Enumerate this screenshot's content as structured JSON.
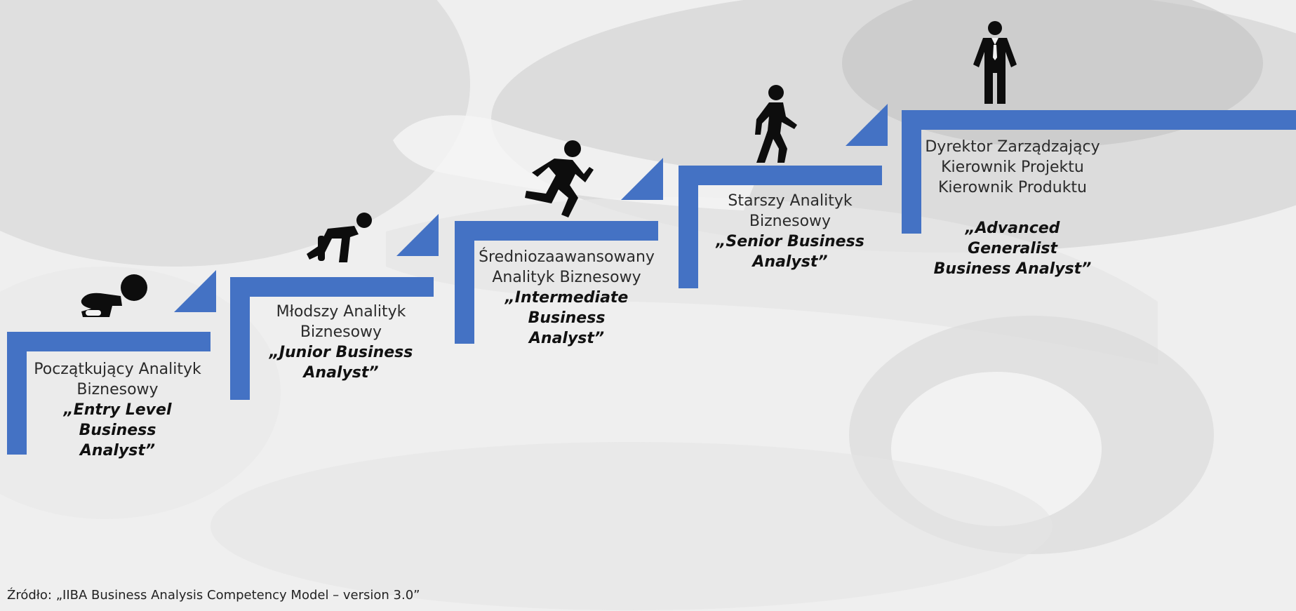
{
  "colors": {
    "accent": "#4472C4",
    "figure": "#0d0d0d"
  },
  "steps": [
    {
      "polish": [
        "Początkujący Analityk",
        "Biznesowy"
      ],
      "english": [
        "„Entry Level Business",
        "Analyst”"
      ],
      "icon": "crawling-baby-icon"
    },
    {
      "polish": [
        "Młodszy Analityk",
        "Biznesowy"
      ],
      "english": [
        "„Junior Business",
        "Analyst”"
      ],
      "icon": "kneeling-person-icon"
    },
    {
      "polish": [
        "Średniozaawansowany",
        "Analityk Biznesowy"
      ],
      "english": [
        "„Intermediate Business",
        "Analyst”"
      ],
      "icon": "running-person-icon"
    },
    {
      "polish": [
        "Starszy Analityk",
        "Biznesowy"
      ],
      "english": [
        "„Senior Business",
        "Analyst”"
      ],
      "icon": "walking-person-icon"
    },
    {
      "polish": [
        "Dyrektor Zarządzający",
        "Kierownik Projektu",
        "Kierownik Produktu"
      ],
      "english": [
        "„Advanced Generalist",
        "Business Analyst”"
      ],
      "icon": "businessman-icon"
    }
  ],
  "source": "Źródło: „IIBA Business Analysis Competency Model – version 3.0”"
}
